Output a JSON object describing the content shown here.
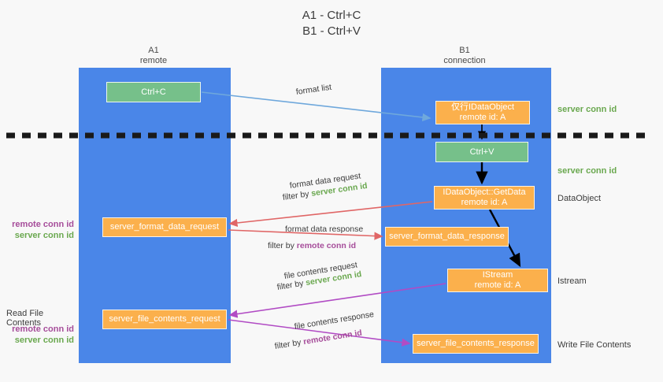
{
  "title": {
    "line1": "A1 - Ctrl+C",
    "line2": "B1 - Ctrl+V"
  },
  "columns": [
    {
      "name": "A1",
      "sub": "remote"
    },
    {
      "name": "B1",
      "sub": "connection"
    }
  ],
  "boxes": {
    "ctrl_c": {
      "line1": "Ctrl+C",
      "line2": "",
      "color": "#76c08a"
    },
    "idataobject": {
      "line1": "仅行IDataObject",
      "line2": "remote id: A",
      "color": "#fbb04c"
    },
    "ctrl_v": {
      "line1": "Ctrl+V",
      "line2": "",
      "color": "#76c08a"
    },
    "getdata": {
      "line1": "IDataObject::GetData",
      "line2": "remote id: A",
      "color": "#fbb04c"
    },
    "format_data_request": {
      "line1": "server_format_data_request",
      "line2": "",
      "color": "#fbb04c"
    },
    "format_data_response": {
      "line1": "server_format_data_response",
      "line2": "",
      "color": "#fbb04c"
    },
    "istream": {
      "line1": "IStream",
      "line2": "remote id: A",
      "color": "#fbb04c"
    },
    "file_contents_request": {
      "line1": "server_file_contents_request",
      "line2": "",
      "color": "#fbb04c"
    },
    "file_contents_response": {
      "line1": "server_file_contents_response",
      "line2": "",
      "color": "#fbb04c"
    }
  },
  "captions": {
    "format_list": "format list",
    "format_data_request": "format data request",
    "filter_by": "filter by ",
    "server_conn_id": "server conn id",
    "remote_conn_id": "remote conn id",
    "format_data_response": "format data response",
    "file_contents_request": "file contents request",
    "file_contents_response": "file contents response"
  },
  "side_labels": {
    "server_conn_id_top": "server conn id",
    "server_conn_id_mid": "server conn id",
    "dataobject": "DataObject",
    "istream": "Istream",
    "write_file_contents": "Write File Contents",
    "read_file_contents": "Read File Contents",
    "remote_conn_id": "remote conn id",
    "server_conn_id": "server conn id"
  },
  "colors": {
    "lane": "#4a86e8",
    "green_box": "#76c08a",
    "orange_box": "#fbb04c",
    "green_text": "#6aa84f",
    "purple_text": "#a64d9a",
    "arrow_blue": "#6fa8dc",
    "arrow_red": "#e06666",
    "arrow_purple": "#b14bc4",
    "arrow_black": "#000000",
    "background": "#f8f8f8"
  }
}
